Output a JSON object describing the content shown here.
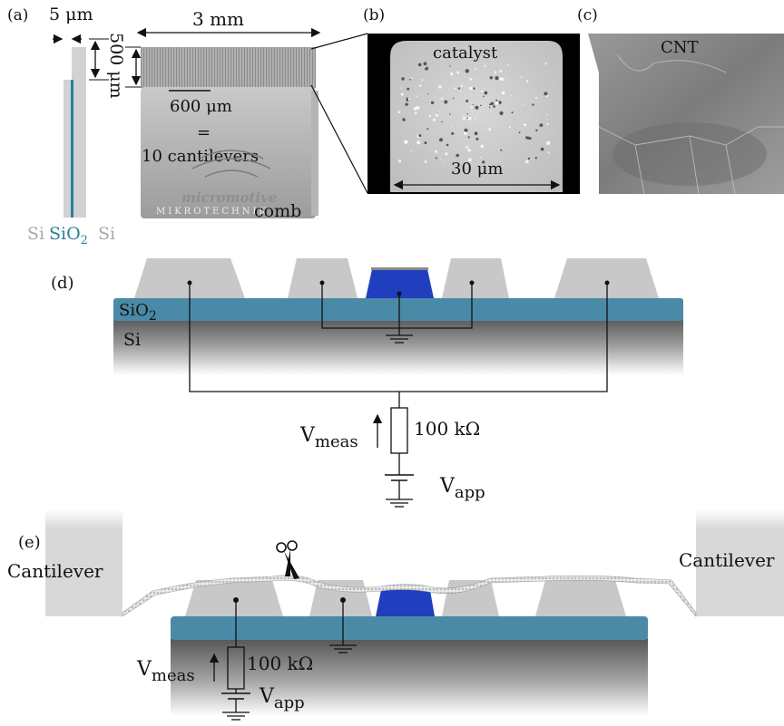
{
  "panel_a": {
    "label": "(a)",
    "width_label": "5 μm",
    "height_label": "500 μm",
    "comb_width_label": "3 mm",
    "scale_label": "600 μm",
    "equals": "=",
    "cantilevers_label": "10 cantilevers",
    "logo_text": "micromotive",
    "logo_sub": "MIKROTECHNIK",
    "comb_label": "comb",
    "si_left": "Si",
    "sio2": "SiO",
    "sio2_sub": "2",
    "si_right": "Si"
  },
  "panel_b": {
    "label": "(b)",
    "catalyst_label": "catalyst",
    "scale_label": "30 μm"
  },
  "panel_c": {
    "label": "(c)",
    "cnt_label": "CNT"
  },
  "panel_d": {
    "label": "(d)",
    "sio2": "SiO",
    "sio2_sub": "2",
    "si": "Si",
    "vmeas": "V",
    "vmeas_sub": "meas",
    "resistor": "100 kΩ",
    "vapp": "V",
    "vapp_sub": "app"
  },
  "panel_e": {
    "label": "(e)",
    "cantilever_left": "Cantilever",
    "cantilever_right": "Cantilever",
    "vmeas": "V",
    "vmeas_sub": "meas",
    "resistor": "100 kΩ",
    "vapp": "V",
    "vapp_sub": "app"
  },
  "colors": {
    "sio2_layer": "#4a8aa6",
    "si_light": "#d2d2d2",
    "catalyst_blue": "#1f3fbf",
    "oxide_text": "#2a7f9c",
    "si_text": "#aaaaaa"
  }
}
